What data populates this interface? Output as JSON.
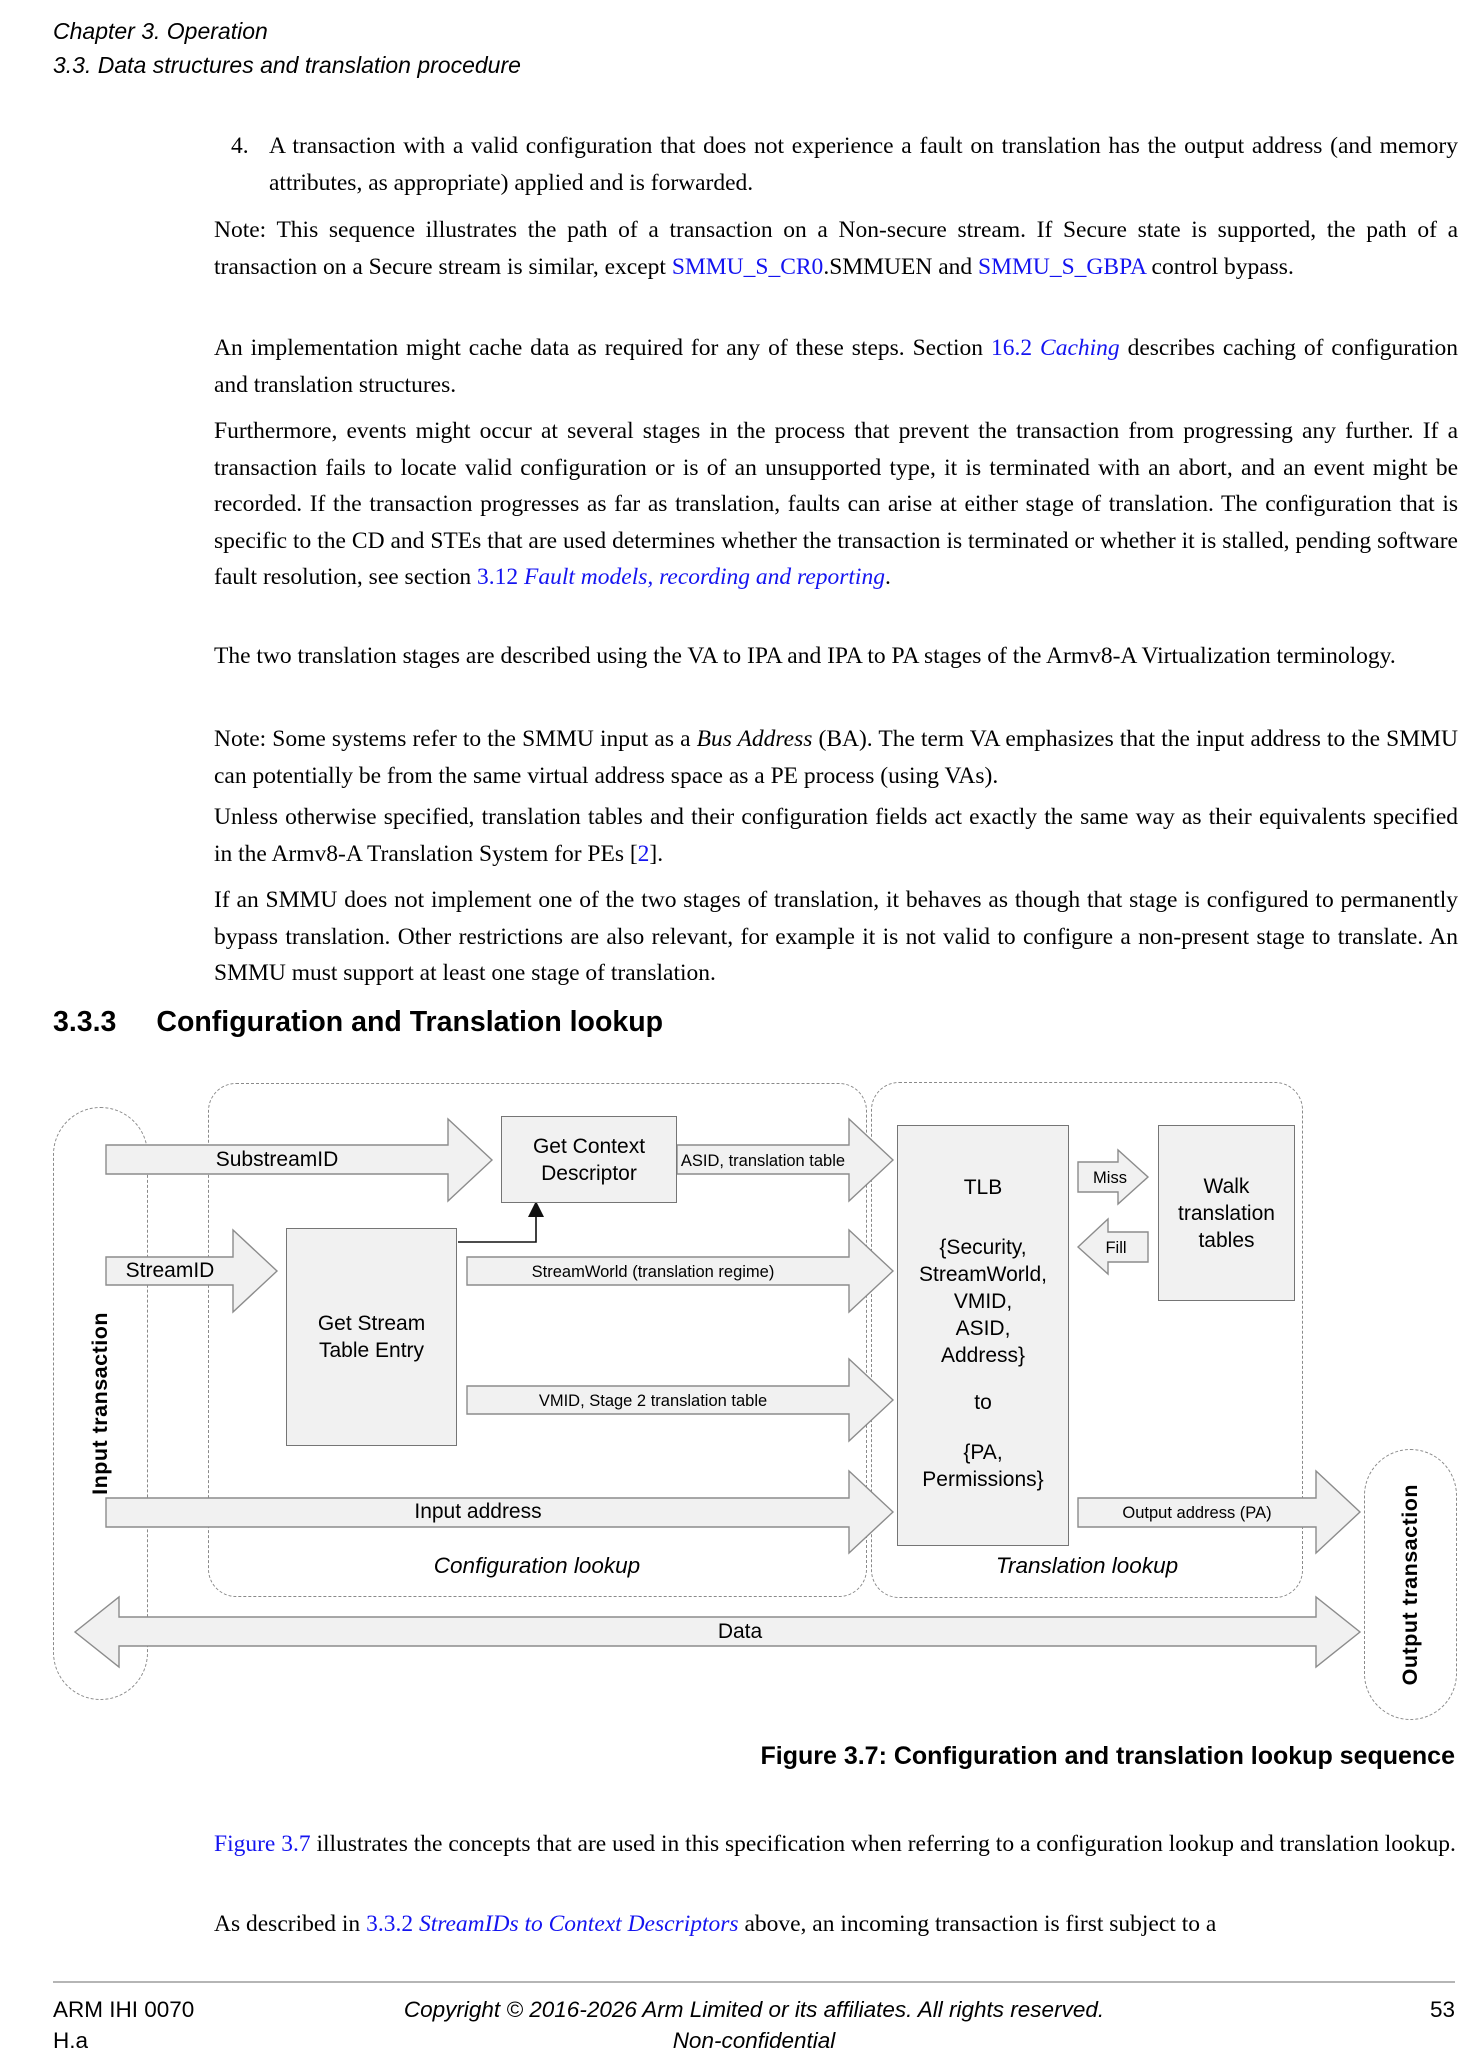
{
  "colors": {
    "link": "#1414f0",
    "shape_fill": "#f1f1f1",
    "shape_stroke": "#8c8c8c",
    "dashed_border": "#8a8a8a"
  },
  "header": {
    "chapter": "Chapter 3.  Operation",
    "section": "3.3.  Data structures and translation procedure"
  },
  "body": {
    "item4": {
      "marker": "4.",
      "text": "A transaction with a valid configuration that does not experience a fault on translation has the output address (and memory attributes, as appropriate) applied and is forwarded."
    },
    "note_secure": {
      "t1": "Note: This sequence illustrates the path of a transaction on a Non-secure stream. If Secure state is supported, the path of a transaction on a Secure stream is similar, except ",
      "link1": "SMMU_S_CR0",
      "t2": ".SMMUEN and ",
      "link2": "SMMU_S_GBPA",
      "t3": " control bypass."
    },
    "caching": {
      "t1": "An implementation might cache data as required for any of these steps. Section  ",
      "link_num": "16.2 ",
      "link_name": "Caching",
      "t2": " describes caching of configuration and translation structures."
    },
    "events": {
      "t1": "Furthermore, events might occur at several stages in the process that prevent the transaction from progressing any further. If a transaction fails to locate valid configuration or is of an unsupported type, it is terminated with an abort, and an event might be recorded. If the transaction progresses as far as translation, faults can arise at either stage of translation. The configuration that is specific to the CD and STEs that are used determines whether the transaction is terminated or whether it is stalled, pending software fault resolution, see section  ",
      "link_num": "3.12 ",
      "link_name": "Fault models, recording and reporting",
      "t2": "."
    },
    "stages": {
      "text": "The two translation stages are described using the VA to IPA and IPA to PA stages of the Armv8-A Virtualization terminology."
    },
    "note_ba": {
      "t1": "Note: Some systems refer to the SMMU input as a ",
      "em": "Bus Address",
      "t2": " (BA). The term VA emphasizes that the input address to the SMMU can potentially be from the same virtual address space as a PE process (using VAs)."
    },
    "equiv": {
      "t1": "Unless otherwise specified, translation tables and their configuration fields act exactly the same way as their equivalents specified in the Armv8-A Translation System for PEs [",
      "link": "2",
      "t2": "]."
    },
    "bypass": {
      "text": "If an SMMU does not implement one of the two stages of translation, it behaves as though that stage is configured to permanently bypass translation. Other restrictions are also relevant, for example it is not valid to configure a non-present stage to translate. An SMMU must support at least one stage of translation."
    },
    "after_fig1": {
      "link": "Figure 3.7",
      "t1": " illustrates the concepts that are used in this specification when referring to a configuration lookup and translation lookup."
    },
    "after_fig2": {
      "t1": "As described in  ",
      "link_num": "3.3.2 ",
      "link_name": "StreamIDs to Context Descriptors",
      "t2": " above, an incoming transaction is first subject to a"
    }
  },
  "section_heading": {
    "number": "3.3.3",
    "title": "Configuration and Translation lookup"
  },
  "figure": {
    "caption": "Figure 3.7: Configuration and translation lookup sequence",
    "capsule_input": "Input transaction",
    "capsule_output": "Output transaction",
    "region_config": "Configuration lookup",
    "region_translation": "Translation lookup",
    "box_gcd": {
      "line1": "Get Context",
      "line2": "Descriptor"
    },
    "box_gste": {
      "line1": "Get Stream",
      "line2": "Table Entry"
    },
    "box_walk": {
      "line1": "Walk",
      "line2": "translation",
      "line3": "tables"
    },
    "tlb": {
      "title": "TLB",
      "k1": "{Security,",
      "k2": "StreamWorld,",
      "k3": "VMID,",
      "k4": "ASID,",
      "k5": "Address}",
      "to": "to",
      "p1": "{PA,",
      "p2": "Permissions}"
    },
    "arrows": {
      "substreamid": "SubstreamID",
      "streamid": "StreamID",
      "asid": "ASID, translation table",
      "streamworld": "StreamWorld (translation regime)",
      "vmid": "VMID, Stage 2 translation table",
      "input_address": "Input address",
      "output_address": "Output address (PA)",
      "miss": "Miss",
      "fill": "Fill",
      "data": "Data"
    }
  },
  "footer": {
    "doc_id": "ARM IHI 0070",
    "revision": "H.a",
    "copyright": "Copyright © 2016-2026 Arm Limited or its affiliates. All rights reserved.",
    "classification": "Non-confidential",
    "page_number": "53"
  }
}
